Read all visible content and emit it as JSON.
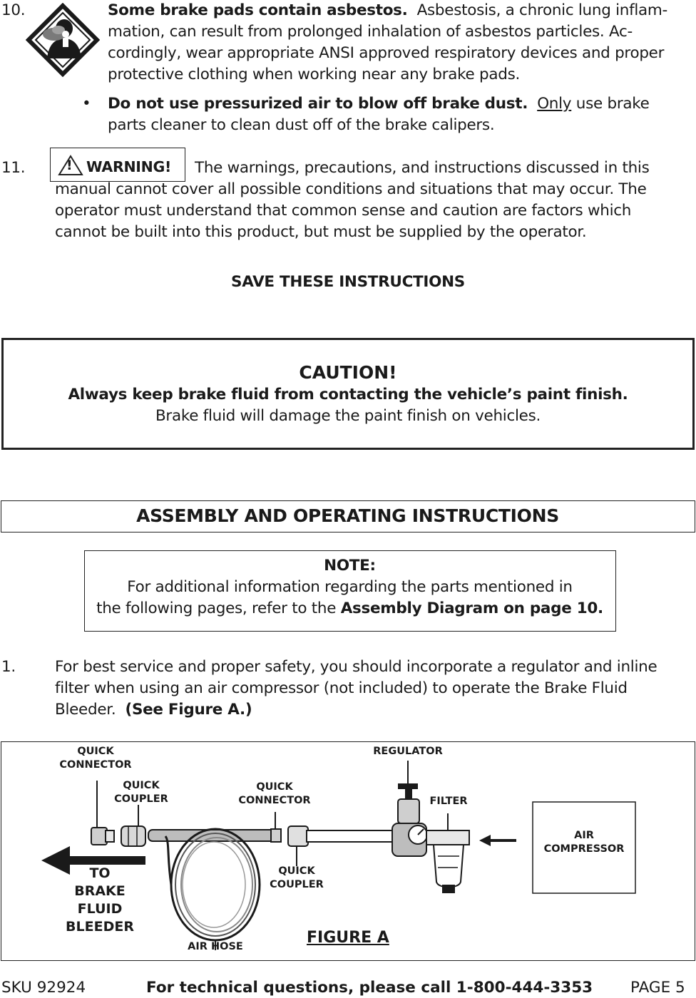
{
  "item10": {
    "number": "10.",
    "bold_lead": "Some brake pads contain asbestos.",
    "line1_rest": "Asbestosis, a chronic lung inflam-",
    "line2": "mation, can result from prolonged inhalation of asbestos particles.  Ac-",
    "line3": "cordingly, wear appropriate ANSI approved respiratory devices and proper",
    "line4": "protective clothing when working near any brake pads.",
    "icon": "respirator-hazard-icon",
    "bullet": {
      "symbol": "•",
      "bold_lead": "Do not use pressurized air to blow off brake dust.",
      "underlined_word": "Only",
      "line1_rest": "use brake",
      "line2": "parts cleaner to clean dust off of the brake calipers."
    }
  },
  "item11": {
    "number": "11.",
    "warning_label": "WARNING!",
    "warning_symbol": "!",
    "line1_rest": "The warnings, precautions, and instructions discussed in this",
    "line2": "manual cannot cover all possible conditions and situations that may occur.  The",
    "line3": "operator must understand that common sense and caution are factors which",
    "line4": "cannot be built into this product, but must be supplied by the operator."
  },
  "save_instructions": "SAVE THESE INSTRUCTIONS",
  "caution": {
    "title": "CAUTION!",
    "bold_line": "Always keep brake fluid from contacting the vehicle’s paint finish.",
    "line": "Brake fluid will damage the paint finish on vehicles."
  },
  "section_heading": "ASSEMBLY AND OPERATING INSTRUCTIONS",
  "note": {
    "title": "NOTE:",
    "line1": "For additional information regarding the parts mentioned in",
    "line2_plain": "the following pages, refer to the",
    "line2_bold": "Assembly Diagram on page 10."
  },
  "step1": {
    "number": "1.",
    "line1": "For best service and proper safety, you should incorporate a regulator and inline",
    "line2": "filter when using an air compressor (not included) to operate the Brake Fluid",
    "line3_plain": "Bleeder.",
    "line3_bold": "(See Figure A.)"
  },
  "figure": {
    "caption": "FIGURE A",
    "labels": {
      "quick_connector_1_a": "QUICK",
      "quick_connector_1_b": "CONNECTOR",
      "quick_coupler_1_a": "QUICK",
      "quick_coupler_1_b": "COUPLER",
      "quick_connector_2_a": "QUICK",
      "quick_connector_2_b": "CONNECTOR",
      "regulator": "REGULATOR",
      "filter": "FILTER",
      "quick_coupler_2_a": "QUICK",
      "quick_coupler_2_b": "COUPLER",
      "air_hose": "AIR HOSE",
      "air_compressor_a": "AIR",
      "air_compressor_b": "COMPRESSOR",
      "to_bleeder_1": "TO",
      "to_bleeder_2": "BRAKE",
      "to_bleeder_3": "FLUID",
      "to_bleeder_4": "BLEEDER"
    }
  },
  "footer": {
    "sku": "SKU 92924",
    "technical": "For technical questions, please call 1-800-444-3353",
    "page": "PAGE 5"
  }
}
